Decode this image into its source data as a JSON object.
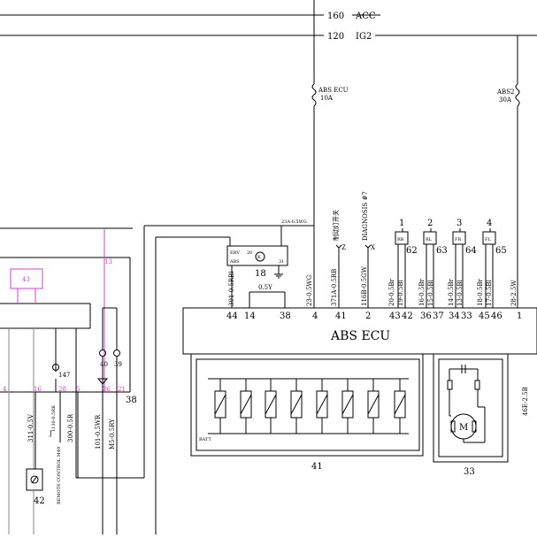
{
  "bus_lines": [
    {
      "label": "160",
      "name": "ACC"
    },
    {
      "label": "120",
      "name": "IG2"
    }
  ],
  "fuses": [
    {
      "name": "ABS ECU",
      "rating": "10A"
    },
    {
      "name": "ABS2",
      "rating": "30A"
    }
  ],
  "ecu": {
    "title": "ABS ECU"
  },
  "pins": [
    "44",
    "14",
    "38",
    "4",
    "41",
    "2",
    "43",
    "42",
    "36",
    "37",
    "34",
    "33",
    "45",
    "46",
    "1"
  ],
  "wires_vertical": [
    "301-0.5RBl",
    "23-0.5WG",
    "371A-0.5RB",
    "116B-0.5GW",
    "20-0.5Br",
    "19-0.5Bl",
    "16-0.5Br",
    "15-0.5Bl",
    "14-0.5Br",
    "13-0.5Bl",
    "18-0.5Br",
    "17-0.5Bl",
    "28-2.5W",
    "46E-2.5B"
  ],
  "wire_horizontal": {
    "top": "23A-0.5WG",
    "mid": "0.5Y"
  },
  "connectors": {
    "brake_switch": "制动灯开关",
    "diagnosis": "DIAGNOSIS #7",
    "z": "Z",
    "x": "X"
  },
  "relay": {
    "l1": "EBV",
    "l2": "ABS",
    "p20": "20",
    "p31": "31",
    "num": "18"
  },
  "sensors": [
    {
      "num": "1",
      "pin": "62",
      "tag": "RR"
    },
    {
      "num": "2",
      "pin": "63",
      "tag": "RL"
    },
    {
      "num": "3",
      "pin": "64",
      "tag": "FR"
    },
    {
      "num": "4",
      "pin": "65",
      "tag": "FL"
    }
  ],
  "valve_block": {
    "num": "41",
    "label": "BATT"
  },
  "pump_motor": {
    "num": "33",
    "symbol": "M"
  },
  "left_panel": {
    "box_num": "43",
    "pins": [
      "4",
      "16",
      "28",
      "5",
      "26",
      "21"
    ],
    "top_num": "13",
    "wires": [
      "311-0.5V",
      "300-0.5R",
      "101-0.5WR",
      "M5-0.5RY"
    ],
    "remote_text": "REMOTE CONTROL M49",
    "remote_small": "1130-0.5RB",
    "j": "J",
    "switch_num": "42",
    "bulbs": [
      "147",
      "40",
      "39"
    ],
    "connector_num": "38"
  }
}
